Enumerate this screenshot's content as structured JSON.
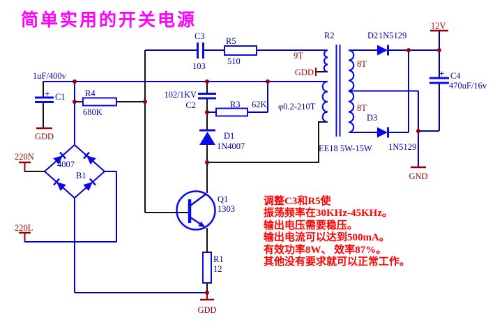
{
  "title": "简单实用的开关电源",
  "nets": {
    "v12": "12V",
    "gnd": "GND",
    "gdd": "GDD",
    "ac_neutral": "220N",
    "ac_live": "220L"
  },
  "components": {
    "c1": {
      "ref": "C1",
      "value": "1uF/400v",
      "plus": "+"
    },
    "c2": {
      "ref": "C2",
      "value": "102/1KV"
    },
    "c3": {
      "ref": "C3",
      "value": "103"
    },
    "c4": {
      "ref": "C4",
      "value": "470uF/16v",
      "plus": "+"
    },
    "r1": {
      "ref": "R1",
      "value": "12"
    },
    "r2": {
      "ref": "R2"
    },
    "r3": {
      "ref": "R3",
      "value": "62K"
    },
    "r4": {
      "ref": "R4",
      "value": "680K"
    },
    "r5": {
      "ref": "R5",
      "value": "510"
    },
    "d1": {
      "ref": "D1",
      "value": "1N4007"
    },
    "d2": {
      "ref": "D2",
      "value": "1N5129"
    },
    "d3": {
      "ref": "D3",
      "value": "1N5129"
    },
    "q1": {
      "ref": "Q1",
      "value": "1303"
    },
    "b1": {
      "ref": "B1",
      "value": "4007"
    },
    "t1": {
      "core": "EE18 5W-15W",
      "primary": "φ0.2-210T",
      "feedback_turns": "9T",
      "secondary_top": "8T",
      "secondary_bottom": "8T"
    }
  },
  "notes": [
    "调整C3和R5使",
    "振荡频率在30KHz-45KHz。",
    "输出电压需要稳压。",
    "输出电流可以达到500mA。",
    "有效功率8W、 效率87%。",
    "其他没有要求就可以正常工作。"
  ],
  "colors": {
    "wire_blue": "#0000c8",
    "wire_black": "#111111",
    "component_blue": "#0a0ae8",
    "label_blue": "#0000a5",
    "net_maroon": "#990000",
    "note_red": "#ff0000",
    "title_magenta": "#ff00ff"
  }
}
